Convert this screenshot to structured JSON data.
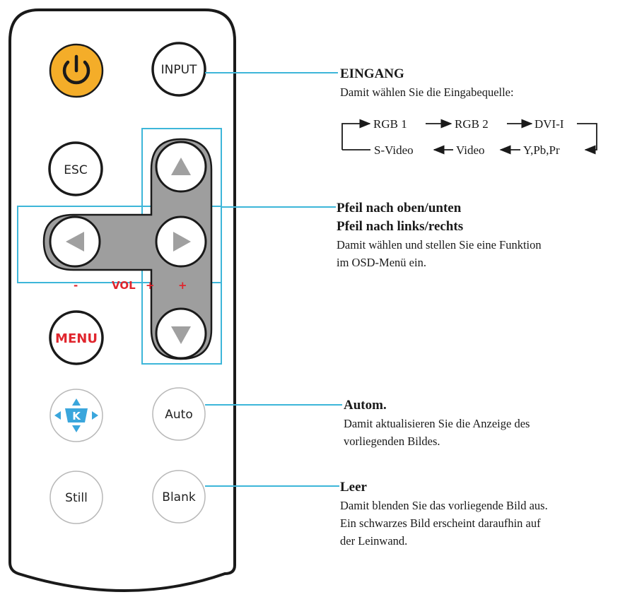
{
  "remote": {
    "buttons": {
      "input": "INPUT",
      "esc": "ESC",
      "menu": "MENU",
      "keystone": "K",
      "auto": "Auto",
      "still": "Still",
      "blank": "Blank"
    },
    "vol_minus": "-",
    "vol_label": "VOL",
    "vol_plus": "+",
    "vol_plus2": "+",
    "colors": {
      "power": "#f4ad29",
      "accent_line": "#3db6d9",
      "dpad": "#9e9e9e",
      "menu_text": "#e0262e",
      "keystone": "#3aa6dc"
    }
  },
  "annotations": {
    "input": {
      "title": "EINGANG",
      "text": "Damit wählen Sie die Eingabequelle:",
      "flow_top": [
        "RGB 1",
        "RGB 2",
        "DVI-I"
      ],
      "flow_bottom": [
        "S-Video",
        "Video",
        "Y,Pb,Pr"
      ]
    },
    "arrows": {
      "title1": "Pfeil nach oben/unten",
      "title2": "Pfeil nach links/rechts",
      "text1": "Damit wählen und stellen Sie eine Funktion",
      "text2": "im OSD-Menü ein."
    },
    "auto": {
      "title": "Autom.",
      "text1": "Damit aktualisieren Sie die Anzeige des",
      "text2": "vorliegenden Bildes."
    },
    "blank": {
      "title": "Leer",
      "text1": "Damit blenden Sie das vorliegende Bild aus.",
      "text2": "Ein schwarzes Bild erscheint daraufhin auf",
      "text3": "der Leinwand."
    }
  }
}
